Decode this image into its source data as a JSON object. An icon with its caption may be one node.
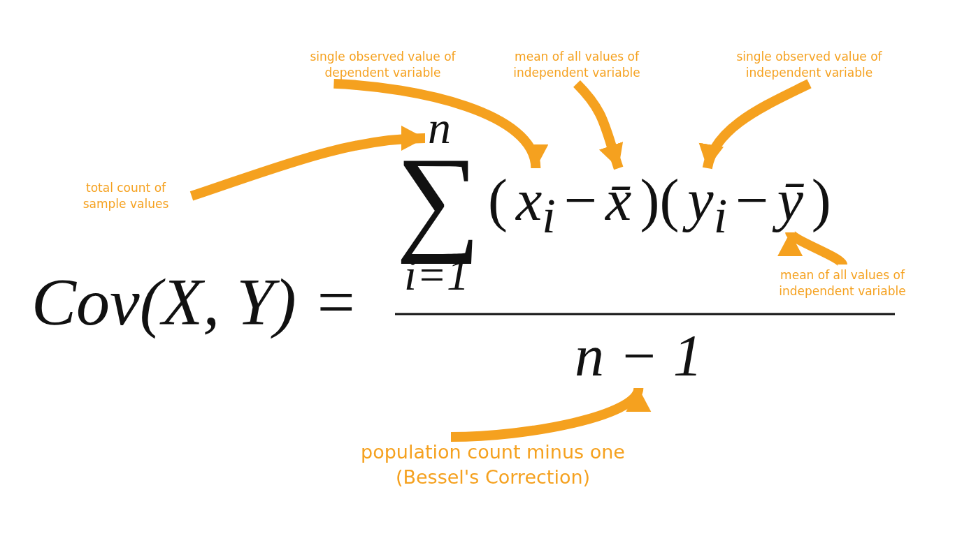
{
  "diagram": {
    "nodes": [
      {
        "text": [
          "single observed value of dependent variable"
        ]
      },
      {
        "text": [
          "mean of all values of independent variable"
        ]
      },
      {
        "text": [
          "single observed value of independent variable"
        ]
      },
      {
        "text": [
          "total count of sample values"
        ]
      },
      {
        "text": [
          "n"
        ]
      },
      {
        "text": [
          "x$_{i}$"
        ]
      },
      {
        "text": [
          "x̄"
        ]
      },
      {
        "text": [
          "y$_{i}$"
        ]
      },
      {
        "text": [
          "ȳ"
        ]
      },
      {
        "text": [
          "mean of all values of independent variable"
        ]
      },
      {
        "text": [
          "n − 1"
        ]
      },
      {
        "text": [
          "population count minus one (Bessel's Correction)"
        ]
      }
    ],
    "edges": [
      {
        "from": 3,
        "to": 4,
        "arrow": "to"
      },
      {
        "from": 0,
        "to": 5,
        "arrow": "to"
      },
      {
        "from": 1,
        "to": 6,
        "arrow": "to"
      },
      {
        "from": 2,
        "to": 7,
        "arrow": "to"
      },
      {
        "from": 9,
        "to": 8,
        "arrow": "to"
      },
      {
        "from": 11,
        "to": 10,
        "arrow": "to"
      }
    ],
    "labels": [
      "∑",
      "(",
      "−",
      ")(",
      "−",
      ")",
      "i=1",
      "Cov(X, Y) ="
    ]
  }
}
